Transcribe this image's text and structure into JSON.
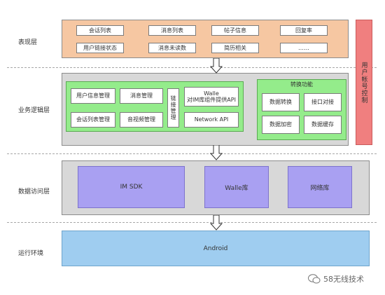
{
  "layers": {
    "presentation": "表现层",
    "business": "业务逻辑层",
    "data_access": "数据访问层",
    "runtime": "运行环境"
  },
  "presentation_boxes": [
    "会话列表",
    "消息列表",
    "帖子信息",
    "回复率",
    "用户链接状态",
    "消息未读数",
    "简历相关",
    "……"
  ],
  "business": {
    "left_boxes": [
      "用户信息管理",
      "消息管理",
      "会话列表管理",
      "音视频管理"
    ],
    "link_manager": "链接管理",
    "walle_api": "Walle\n对IM库组件提供API",
    "network_api": "Network API",
    "convert": {
      "title": "转换功能",
      "items": [
        "数据转换",
        "接口对接",
        "数据加密",
        "数据缓存"
      ]
    }
  },
  "data_access_boxes": [
    "IM SDK",
    "Walle库",
    "网络库"
  ],
  "runtime_box": "Android",
  "sidebar": "用户帐号控制",
  "watermark": "58无线技术"
}
